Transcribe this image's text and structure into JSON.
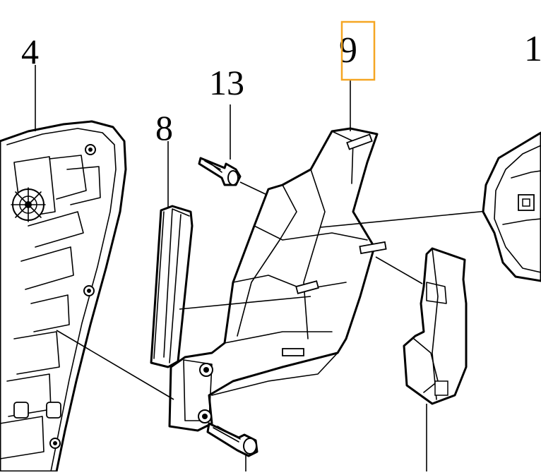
{
  "callouts": {
    "label_4": "4",
    "label_8": "8",
    "label_13": "13",
    "label_9": "9",
    "label_1": "1"
  },
  "highlight": {
    "target": "9",
    "color": "#f5a623"
  },
  "colors": {
    "line": "#000000",
    "background": "#ffffff"
  }
}
